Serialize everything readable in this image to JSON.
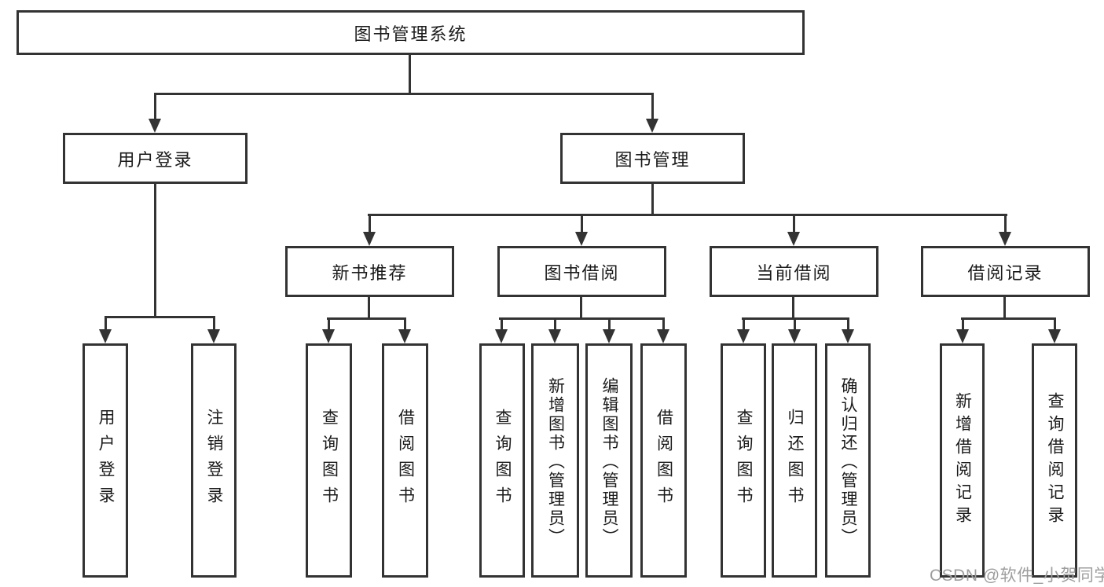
{
  "colors": {
    "line": "#333333",
    "text": "#1a1a1a",
    "background": "#ffffff"
  },
  "tree": {
    "root": {
      "label": "图书管理系统"
    },
    "branches": [
      {
        "label": "用户登录",
        "children": [
          {
            "label": "用户登录"
          },
          {
            "label": "注销登录"
          }
        ]
      },
      {
        "label": "图书管理",
        "children": [
          {
            "label": "新书推荐",
            "children": [
              {
                "label": "查询图书"
              },
              {
                "label": "借阅图书"
              }
            ]
          },
          {
            "label": "图书借阅",
            "children": [
              {
                "label": "查询图书"
              },
              {
                "label": "新增图书（管理员）"
              },
              {
                "label": "编辑图书（管理员）"
              },
              {
                "label": "借阅图书"
              }
            ]
          },
          {
            "label": "当前借阅",
            "children": [
              {
                "label": "查询图书"
              },
              {
                "label": "归还图书"
              },
              {
                "label": "确认归还（管理员）"
              }
            ]
          },
          {
            "label": "借阅记录",
            "children": [
              {
                "label": "新增借阅记录"
              },
              {
                "label": "查询借阅记录"
              }
            ]
          }
        ]
      }
    ]
  },
  "watermark": {
    "text": "CSDN @软件_小贺同学",
    "color": "#9e9e9e"
  }
}
